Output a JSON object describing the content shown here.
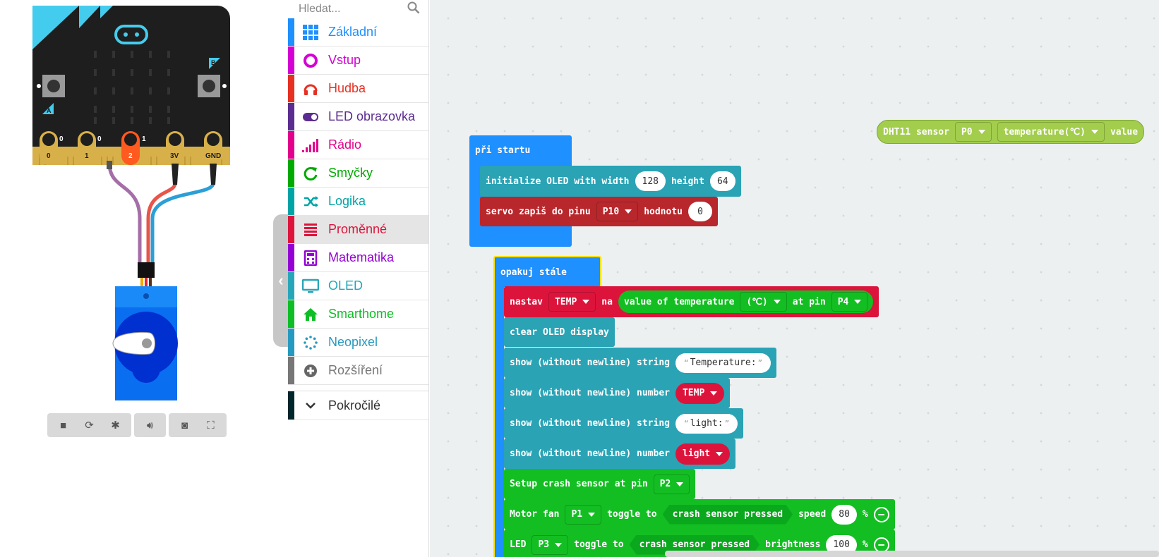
{
  "simulator": {
    "button_a": "A",
    "button_b": "B",
    "pins": [
      "0",
      "1",
      "2",
      "3V",
      "GND"
    ],
    "pin_values": [
      "0",
      "0",
      "1"
    ],
    "toolbar": [
      "stop-icon",
      "restart-icon",
      "debug-icon",
      "sound-icon",
      "screenshot-icon",
      "fullscreen-icon"
    ]
  },
  "toolbox": {
    "search_placeholder": "Hledat...",
    "categories": [
      {
        "label": "Základní",
        "color": "#1e90ff",
        "icon": "grid-icon"
      },
      {
        "label": "Vstup",
        "color": "#d400d4",
        "icon": "circle-icon"
      },
      {
        "label": "Hudba",
        "color": "#e63022",
        "icon": "headphones-icon"
      },
      {
        "label": "LED obrazovka",
        "color": "#5c2d91",
        "icon": "toggle-icon"
      },
      {
        "label": "Rádio",
        "color": "#e3008c",
        "icon": "signal-icon"
      },
      {
        "label": "Smyčky",
        "color": "#00aa00",
        "icon": "refresh-icon"
      },
      {
        "label": "Logika",
        "color": "#00a4a6",
        "icon": "shuffle-icon"
      },
      {
        "label": "Proměnné",
        "color": "#dc143c",
        "icon": "list-icon"
      },
      {
        "label": "Matematika",
        "color": "#9400d3",
        "icon": "calculator-icon"
      },
      {
        "label": "OLED",
        "color": "#28a6b9",
        "icon": "monitor-icon"
      },
      {
        "label": "Smarthome",
        "color": "#0fbd26",
        "icon": "home-icon"
      },
      {
        "label": "Neopixel",
        "color": "#2699bf",
        "icon": "dots-circle-icon"
      },
      {
        "label": "Rozšíření",
        "color": "#777777",
        "icon": "plus-circle-icon"
      }
    ],
    "advanced": {
      "label": "Pokročilé",
      "color": "#00272b",
      "icon": "chevron-down-icon"
    }
  },
  "workspace": {
    "dht": {
      "text1": "DHT11 sensor",
      "pin": "P0",
      "mode": "temperature(℃)",
      "text2": "value"
    },
    "on_start": {
      "label": "při startu",
      "oled_init": {
        "t1": "initialize OLED with width",
        "w": "128",
        "t2": "height",
        "h": "64"
      },
      "servo": {
        "t1": "servo zapiš do pinu",
        "pin": "P10",
        "t2": "hodnotu",
        "v": "0"
      }
    },
    "forever": {
      "label": "opakuj stále",
      "set": {
        "t1": "nastav",
        "var": "TEMP",
        "t2": "na",
        "t3": "value of temperature",
        "unit": "(℃)",
        "t4": "at pin",
        "pin": "P4"
      },
      "clear": "clear OLED display",
      "show1": {
        "t": "show (without newline) string",
        "v": "Temperature:"
      },
      "show2": {
        "t": "show (without newline) number",
        "v": "TEMP"
      },
      "show3": {
        "t": "show (without newline) string",
        "v": "light:"
      },
      "show4": {
        "t": "show (without newline) number",
        "v": "light"
      },
      "crash": {
        "t": "Setup crash sensor at pin",
        "pin": "P2"
      },
      "motor": {
        "t1": "Motor fan",
        "pin": "P1",
        "t2": "toggle to",
        "cond": "crash sensor pressed",
        "t3": "speed",
        "v": "80",
        "unit": "%"
      },
      "led": {
        "t1": "LED",
        "pin": "P3",
        "t2": "toggle to",
        "cond": "crash sensor pressed",
        "t3": "brightness",
        "v": "100",
        "unit": "%"
      }
    }
  }
}
